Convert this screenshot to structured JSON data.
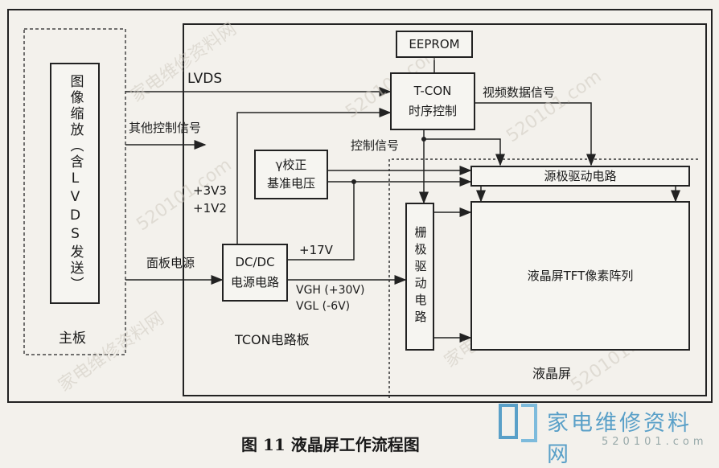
{
  "labels": {
    "mainboard_box": "图像缩放（含LVDS发送）",
    "mainboard": "主板",
    "lvds": "LVDS",
    "other_ctrl": "其他控制信号",
    "v33": "+3V3",
    "v12": "+1V2",
    "panel_power": "面板电源",
    "eeprom": "EEPROM",
    "tcon_line1": "T-CON",
    "tcon_line2": "时序控制",
    "video_signal": "视频数据信号",
    "ctrl_signal": "控制信号",
    "gamma_line1": "γ校正",
    "gamma_line2": "基准电压",
    "dcdc_line1": "DC/DC",
    "dcdc_line2": "电源电路",
    "v17": "+17V",
    "vgh": "VGH (+30V)",
    "vgl": "VGL (-6V)",
    "tcon_board": "TCON电路板",
    "source_driver": "源极驱动电路",
    "gate_driver": "栅极驱动电路",
    "tft_array": "液晶屏TFT像素阵列",
    "lcd": "液晶屏"
  },
  "caption": "图 11  液晶屏工作流程图",
  "brand": {
    "name": "家电维修资料网",
    "url": "520101.com"
  },
  "colors": {
    "line": "#222222",
    "brand": "#5aa0c8"
  }
}
